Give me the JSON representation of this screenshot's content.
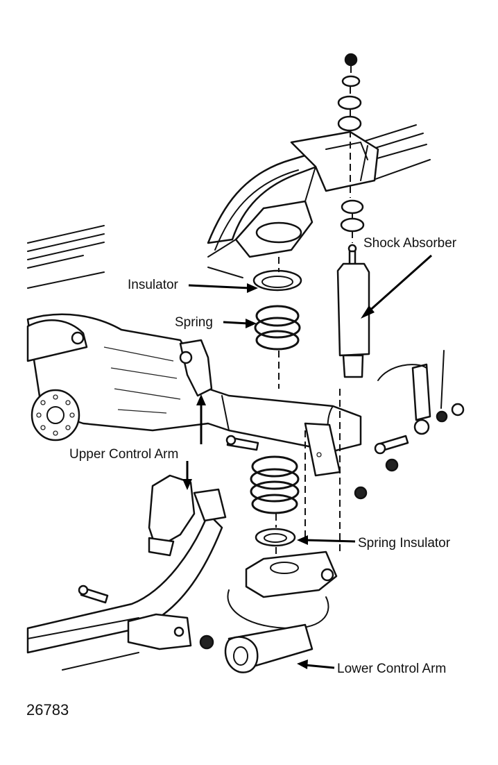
{
  "labels": {
    "shock_absorber": "Shock Absorber",
    "insulator": "Insulator",
    "spring": "Spring",
    "upper_control_arm": "Upper Control Arm",
    "spring_insulator": "Spring Insulator",
    "lower_control_arm": "Lower Control Arm"
  },
  "figure_number": "26783"
}
